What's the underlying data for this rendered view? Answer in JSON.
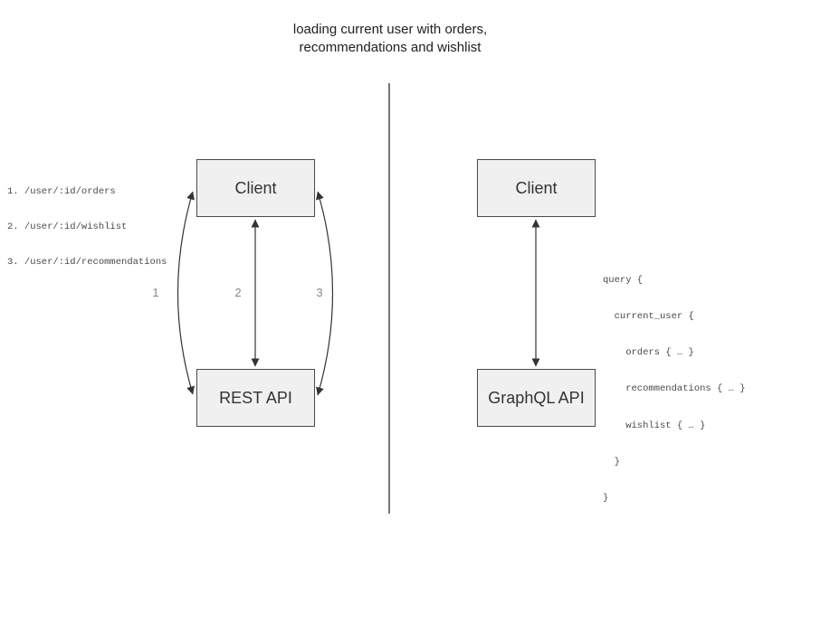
{
  "title": {
    "line1": "loading current user with orders,",
    "line2": "recommendations and wishlist"
  },
  "rest_panel": {
    "endpoints": [
      "1. /user/:id/orders",
      "2. /user/:id/wishlist",
      "3. /user/:id/recommendations"
    ],
    "client_box_label": "Client",
    "api_box_label": "REST API",
    "arrow_labels": [
      "1",
      "2",
      "3"
    ]
  },
  "graphql_panel": {
    "client_box_label": "Client",
    "api_box_label": "GraphQL API",
    "query_lines": [
      "query {",
      "  current_user {",
      "    orders { … }",
      "    recommendations { … }",
      "    wishlist { … }",
      "  }",
      "}"
    ]
  },
  "colors": {
    "box_fill": "#f0f0f0",
    "box_border": "#4a4a4a",
    "arrow": "#333333",
    "divider": "#555555",
    "label_gray": "#888888",
    "code_text": "#4a4a4a"
  }
}
